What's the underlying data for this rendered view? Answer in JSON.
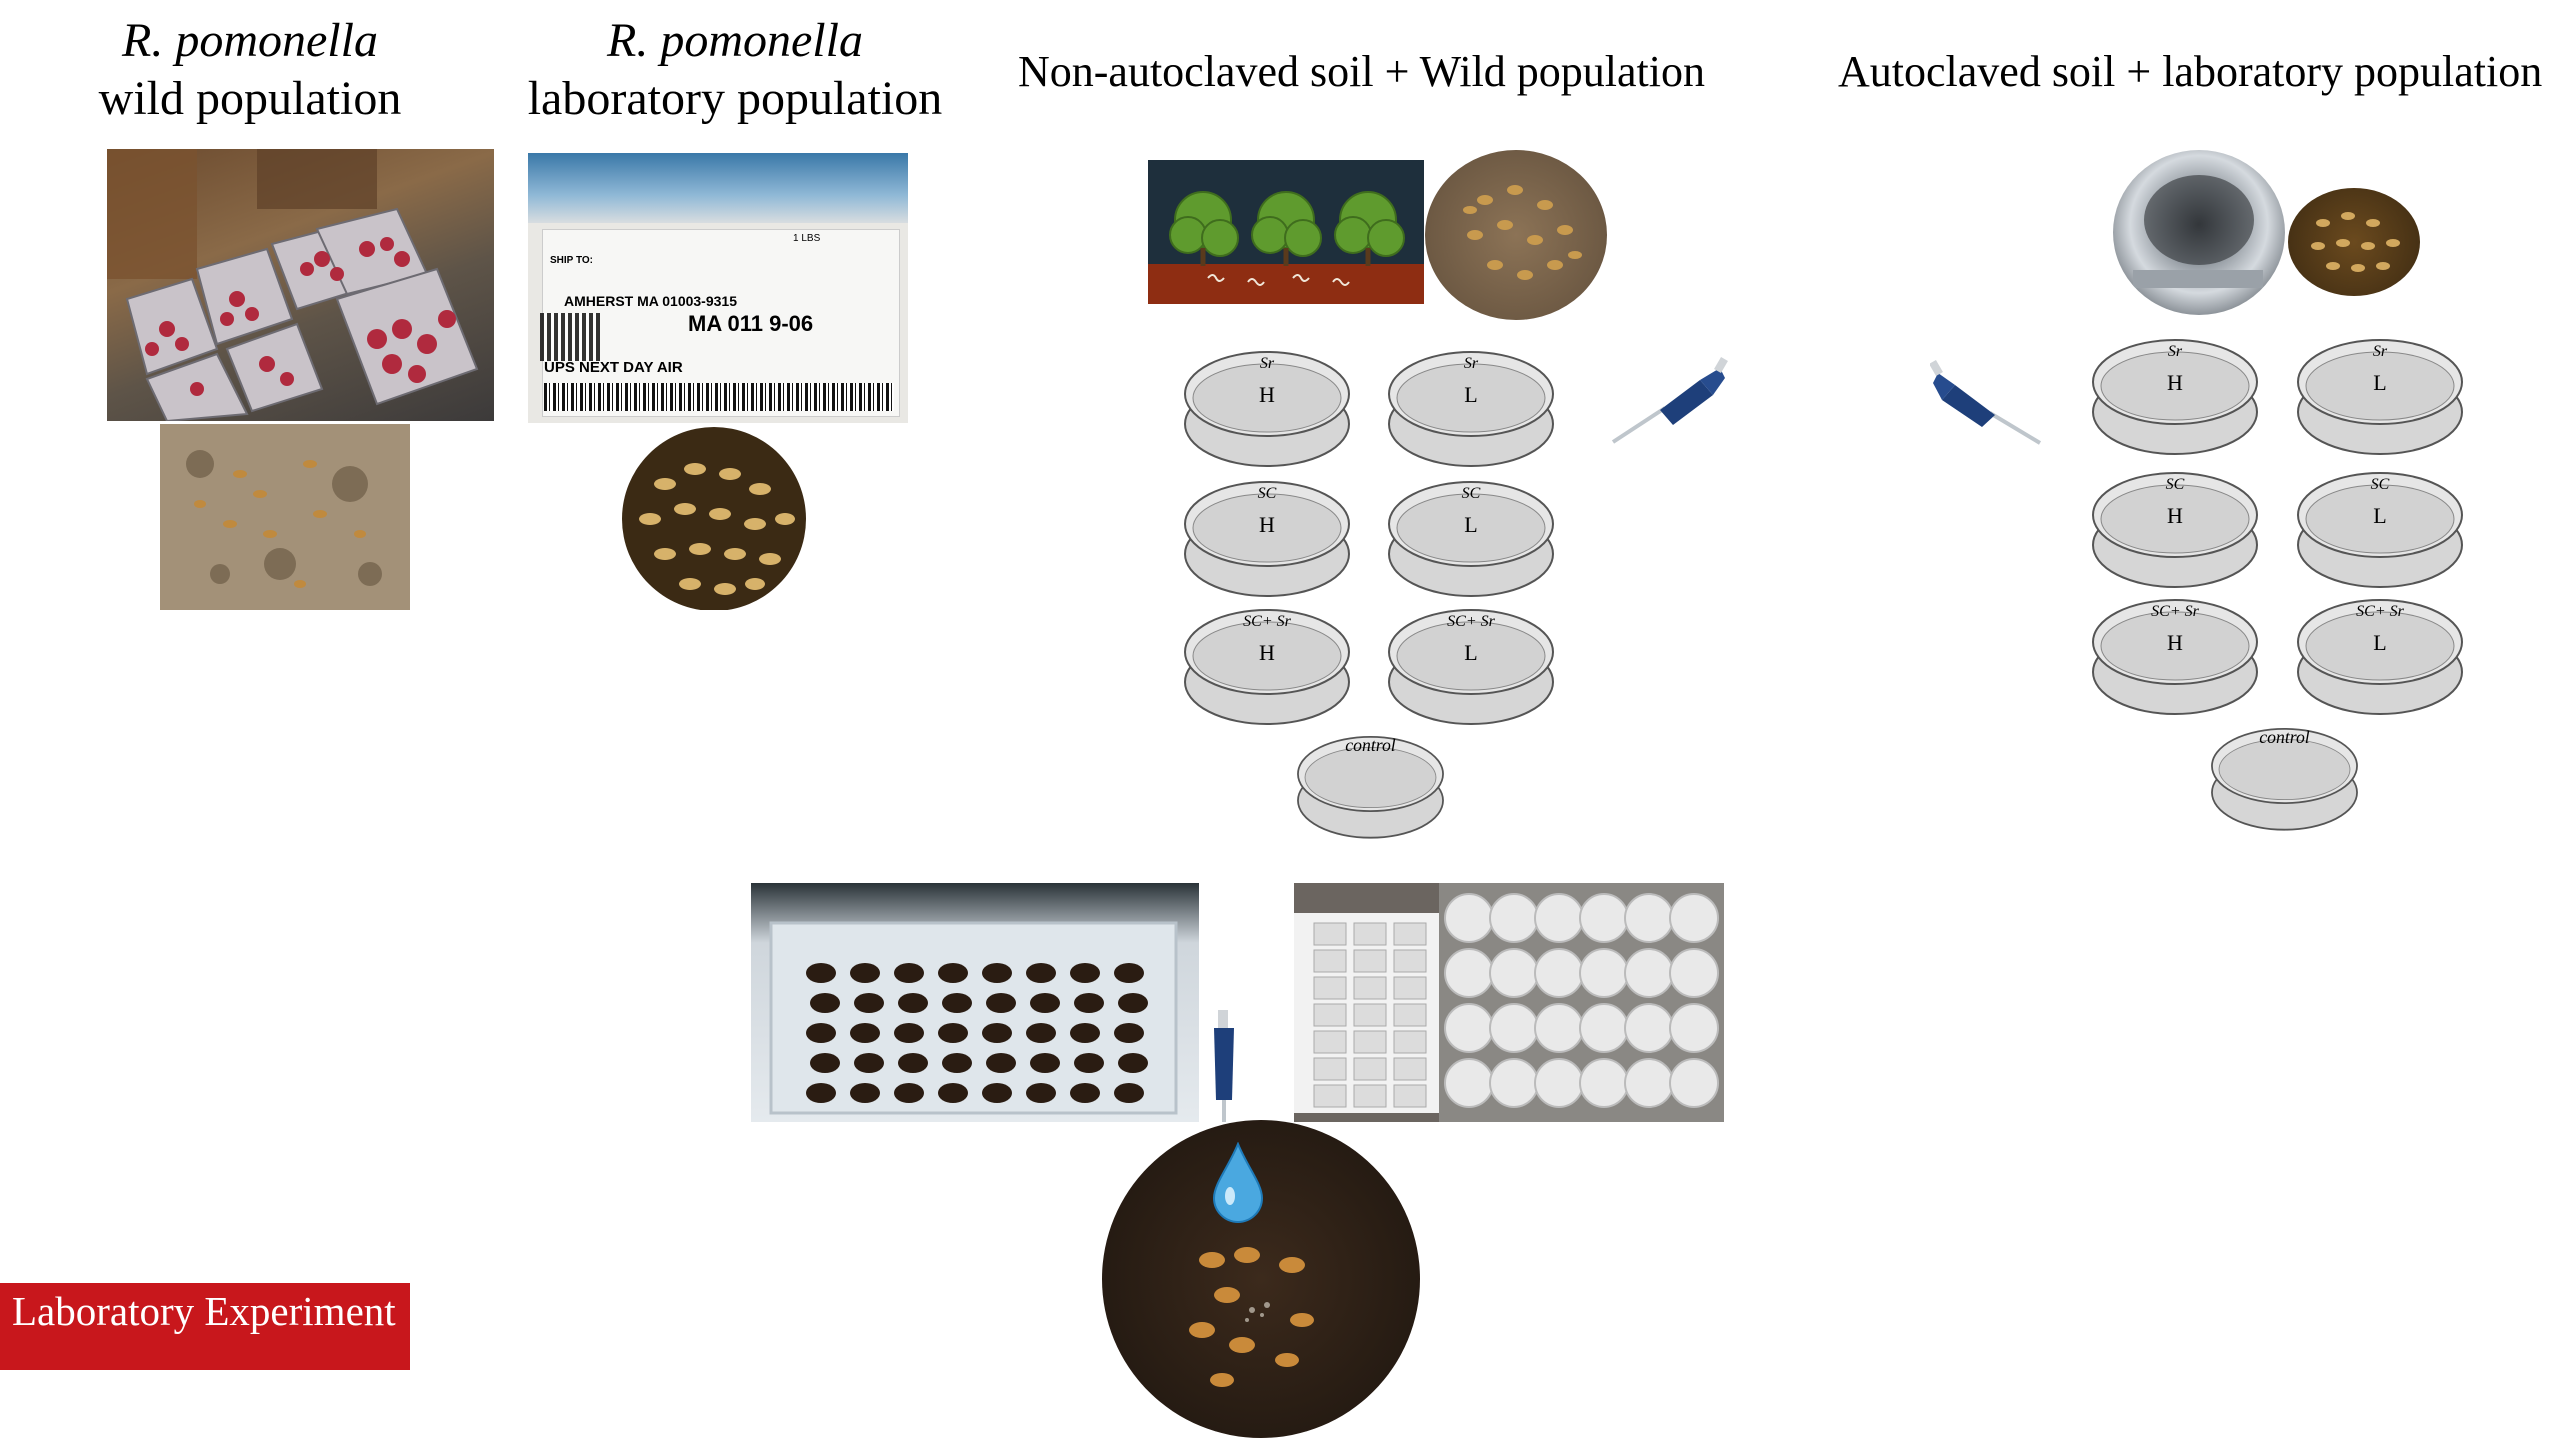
{
  "wild": {
    "species": "R. pomonella",
    "population": "wild population"
  },
  "lab": {
    "species": "R. pomonella",
    "population": "laboratory population"
  },
  "left_panel": {
    "title": "Non-autoclaved soil + Wild population"
  },
  "right_panel": {
    "title": "Autoclaved soil + laboratory population"
  },
  "label_text": {
    "ship_to": "SHIP TO:",
    "addr": "AMHERST MA 01003-9315",
    "code": "MA 011 9-06",
    "service": "UPS NEXT DAY AIR",
    "weight": "1 LBS"
  },
  "dishes": {
    "left": [
      {
        "tag": "Sr",
        "letter": "H"
      },
      {
        "tag": "Sr",
        "letter": "L"
      },
      {
        "tag": "SC",
        "letter": "H"
      },
      {
        "tag": "SC",
        "letter": "L"
      },
      {
        "tag": "SC+ Sr",
        "letter": "H"
      },
      {
        "tag": "SC+ Sr",
        "letter": "L"
      },
      {
        "tag": "control",
        "letter": ""
      }
    ],
    "right": [
      {
        "tag": "Sr",
        "letter": "H"
      },
      {
        "tag": "Sr",
        "letter": "L"
      },
      {
        "tag": "SC",
        "letter": "H"
      },
      {
        "tag": "SC",
        "letter": "L"
      },
      {
        "tag": "SC+ Sr",
        "letter": "H"
      },
      {
        "tag": "SC+ Sr",
        "letter": "L"
      },
      {
        "tag": "control",
        "letter": ""
      }
    ]
  },
  "badge": {
    "text": "Laboratory Experiment",
    "color": "#c8171c"
  }
}
